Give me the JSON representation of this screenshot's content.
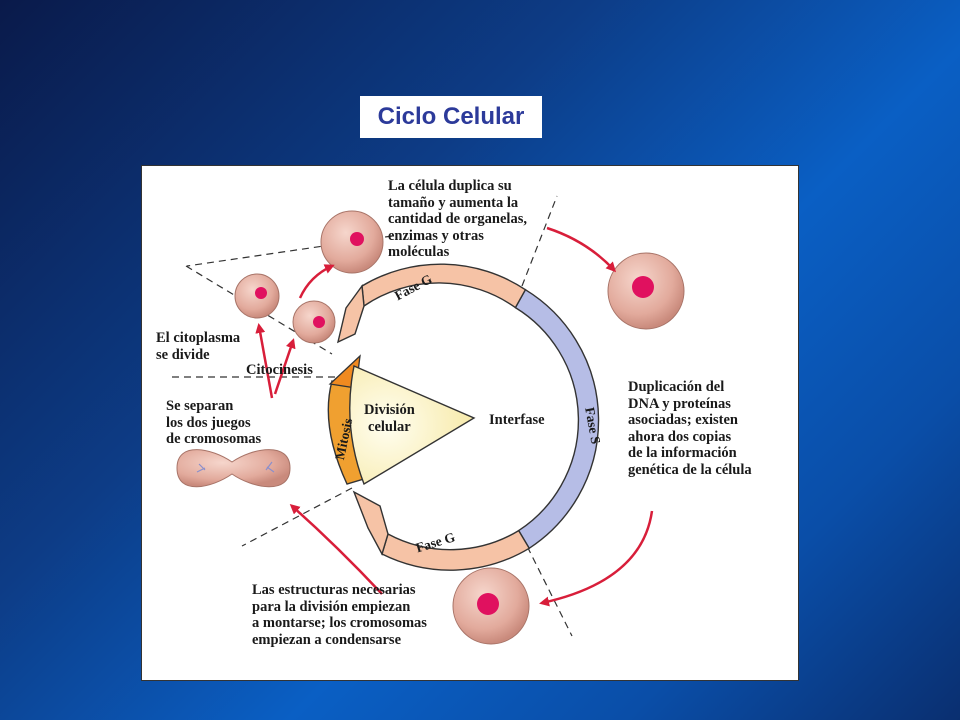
{
  "title": "Ciclo Celular",
  "diagram": {
    "phases": {
      "g1": "Fase G",
      "s": "Fase S",
      "g2": "Fase G",
      "mitosis": "Mitosis",
      "division": "División\ncelular",
      "interphase": "Interfase"
    },
    "annotations": {
      "growth": "La célula duplica su\ntamaño y aumenta la\ncantidad de organelas,\nenzimas y otras\nmoléculas",
      "dna": "Duplicación del\nDNA y proteínas\nasociadas; existen\nahora dos copias\nde la información\ngenética de la célula",
      "structures": "Las estructuras necesarias\npara la división empiezan\na montarse; los cromosomas\nempiezan a condensarse",
      "chromosomes": "Se separan\nlos dos juegos\nde cromosomas",
      "cytoplasm": "El citoplasma\nse divide",
      "cytokinesis": "Citocinesis"
    },
    "colors": {
      "g_phase": "#f6c3a6",
      "s_phase": "#b6bde6",
      "mitosis": "#f0a030",
      "division": "#fdf6c0",
      "cell": "#e8b3a6",
      "nucleus": "#e0115f",
      "arrow": "#d81e3a"
    }
  }
}
